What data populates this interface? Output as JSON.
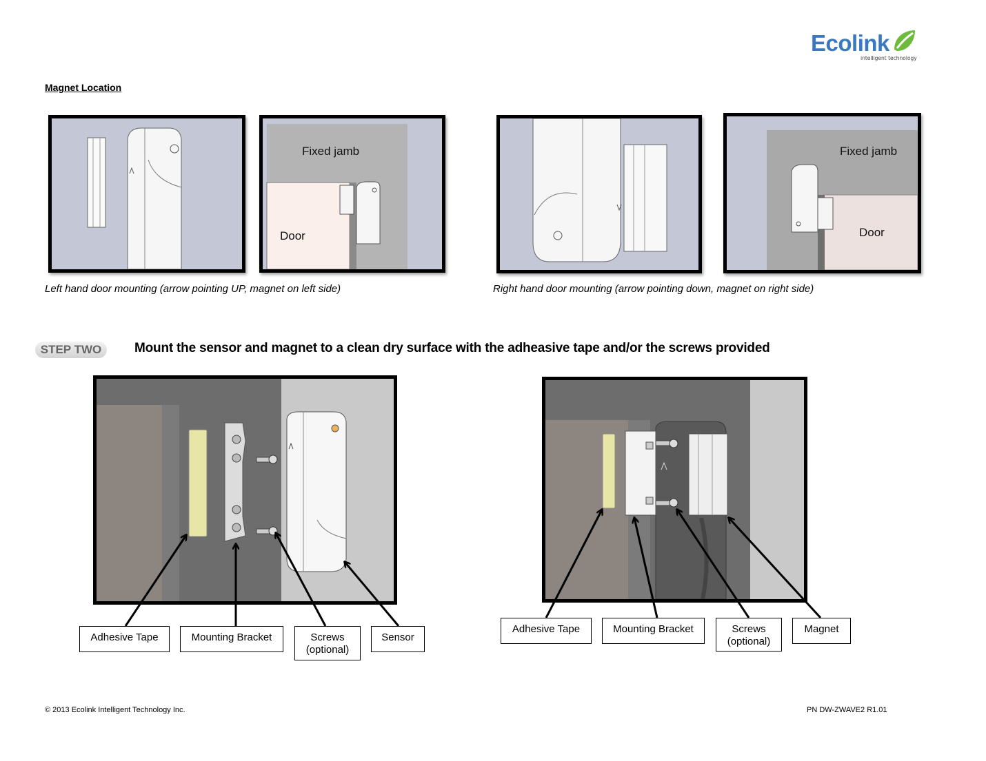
{
  "brand": {
    "name": "Ecolink",
    "tagline": "intelligent technology",
    "green": "#6dbb3c",
    "blue": "#3a78c0"
  },
  "section_title": "Magnet Location",
  "photos_top": {
    "left_door_jamb_label": "Fixed jamb",
    "left_door_door_label": "Door",
    "right_door_jamb_label": "Fixed jamb",
    "right_door_door_label": "Door"
  },
  "captions": {
    "left": "Left hand door mounting (arrow pointing UP, magnet on left side)",
    "right": "Right hand door mounting (arrow pointing down, magnet on right side)"
  },
  "step": {
    "badge": "STEP TWO",
    "instruction": "Mount the sensor and magnet to a clean dry surface with the adheasive tape and/or the screws provided"
  },
  "callouts_left": {
    "tape": "Adhesive Tape",
    "bracket": "Mounting Bracket",
    "screws": "Screws (optional)",
    "sensor": "Sensor"
  },
  "callouts_right": {
    "tape": "Adhesive Tape",
    "bracket": "Mounting Bracket",
    "screws": "Screws (optional)",
    "magnet": "Magnet"
  },
  "footer": {
    "copyright": "© 2013 Ecolink Intelligent Technology Inc.",
    "part_number": "PN DW-ZWAVE2  R1.01"
  }
}
